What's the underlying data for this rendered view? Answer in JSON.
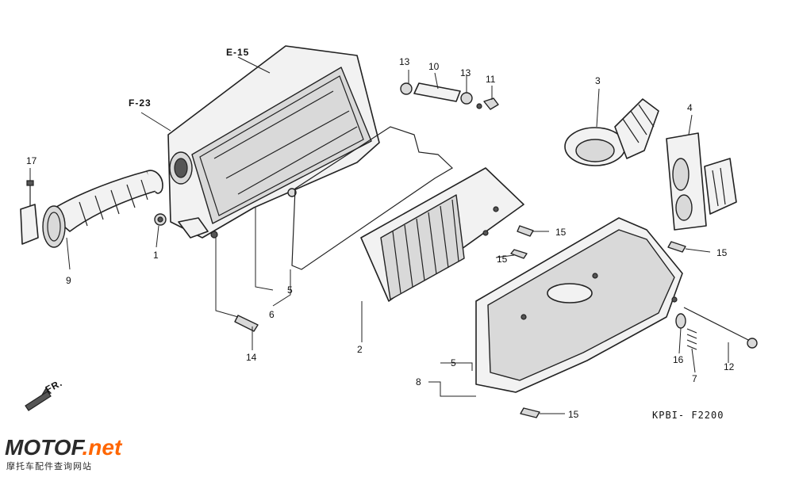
{
  "labels": {
    "p1": "1",
    "p2": "2",
    "p3": "3",
    "p4": "4",
    "p5a": "5",
    "p5b": "5",
    "p6": "6",
    "p7": "7",
    "p8": "8",
    "p9": "9",
    "p10": "10",
    "p11": "11",
    "p12": "12",
    "p13a": "13",
    "p13b": "13",
    "p14": "14",
    "p15a": "15",
    "p15b": "15",
    "p15c": "15",
    "p15d": "15",
    "p16": "16",
    "p17": "17"
  },
  "references": {
    "e15": "E-15",
    "f23": "F-23",
    "fr": "FR."
  },
  "diagram_code": "KPBI- F2200",
  "watermark": {
    "brand": "MOTOF",
    "suffix": ".net",
    "subtitle": "摩托车配件查询网站"
  }
}
